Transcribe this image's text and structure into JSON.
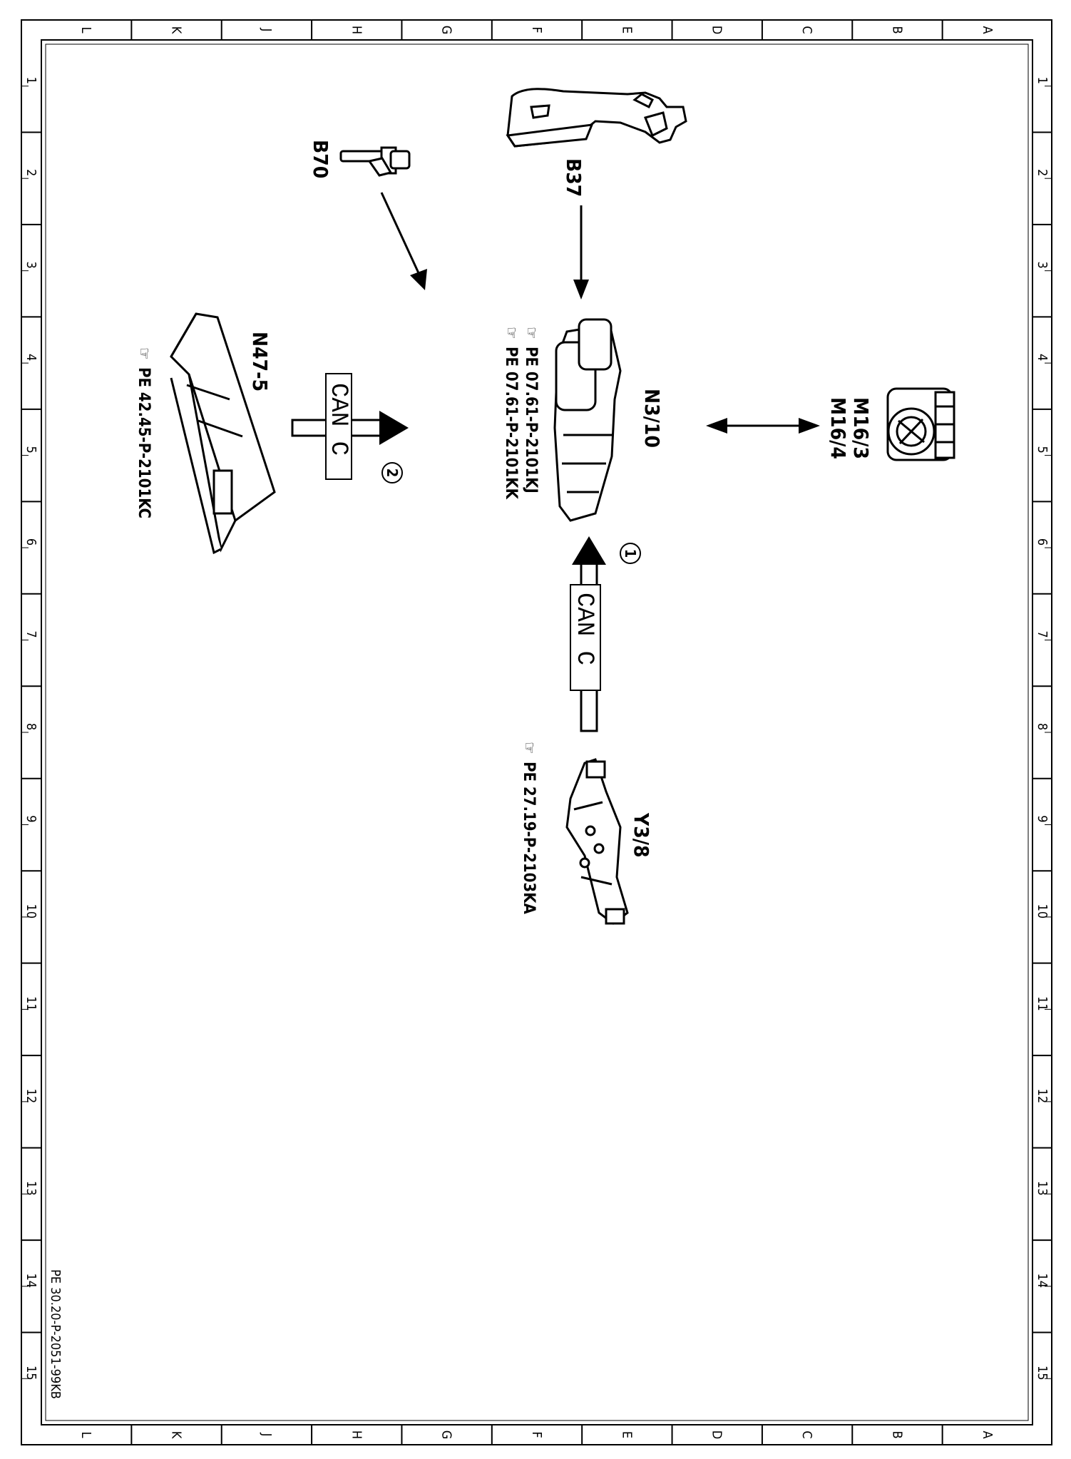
{
  "sheet": {
    "col_letters": [
      "L",
      "K",
      "J",
      "H",
      "G",
      "F",
      "E",
      "D",
      "C",
      "B",
      "A"
    ],
    "row_numbers": [
      "1",
      "2",
      "3",
      "4",
      "5",
      "6",
      "7",
      "8",
      "9",
      "10",
      "11",
      "12",
      "13",
      "14",
      "15"
    ],
    "drawing_id": "PE 30.20-P-2051-99KB"
  },
  "components": {
    "b70": {
      "label": "B70"
    },
    "b37": {
      "label": "B37"
    },
    "n3_10": {
      "label": "N3/10",
      "refs": [
        "PE  07.61-P-2101KJ",
        "PE  07.61-P-2101KK"
      ]
    },
    "m16": {
      "label_1": "M16/3",
      "label_2": "M16/4"
    },
    "n47_5": {
      "label": "N47-5",
      "ref": "PE  42.45-P-2101KC"
    },
    "y3_8": {
      "label": "Y3/8",
      "ref": "PE  27.19-P-2103KA"
    }
  },
  "buses": [
    {
      "label": "CAN C",
      "number": "1"
    },
    {
      "label": "CAN C",
      "number": "2"
    }
  ],
  "icons": [
    "hand-pointer-icon"
  ]
}
